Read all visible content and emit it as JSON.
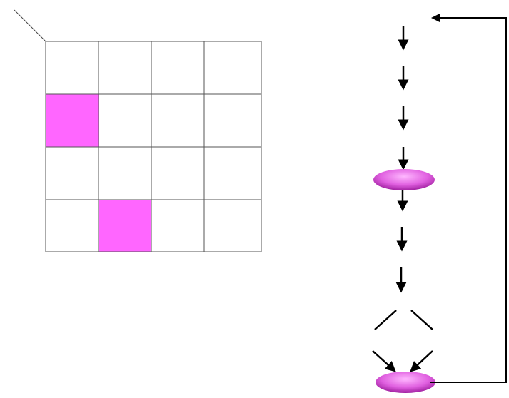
{
  "grid": {
    "rows": 4,
    "cols": 4,
    "filled_cells": [
      {
        "row": 1,
        "col": 0
      },
      {
        "row": 3,
        "col": 1
      }
    ],
    "fill_color": "#ff66ff",
    "line_color": "#555555"
  },
  "flow": {
    "node_color": "#e060e0",
    "node_highlight": "#ffb8ff",
    "node_shadow": "#a020a0",
    "line_color": "#000000",
    "nodes": [
      {
        "name": "middle-node"
      },
      {
        "name": "bottom-node"
      }
    ],
    "loop_back": true
  }
}
